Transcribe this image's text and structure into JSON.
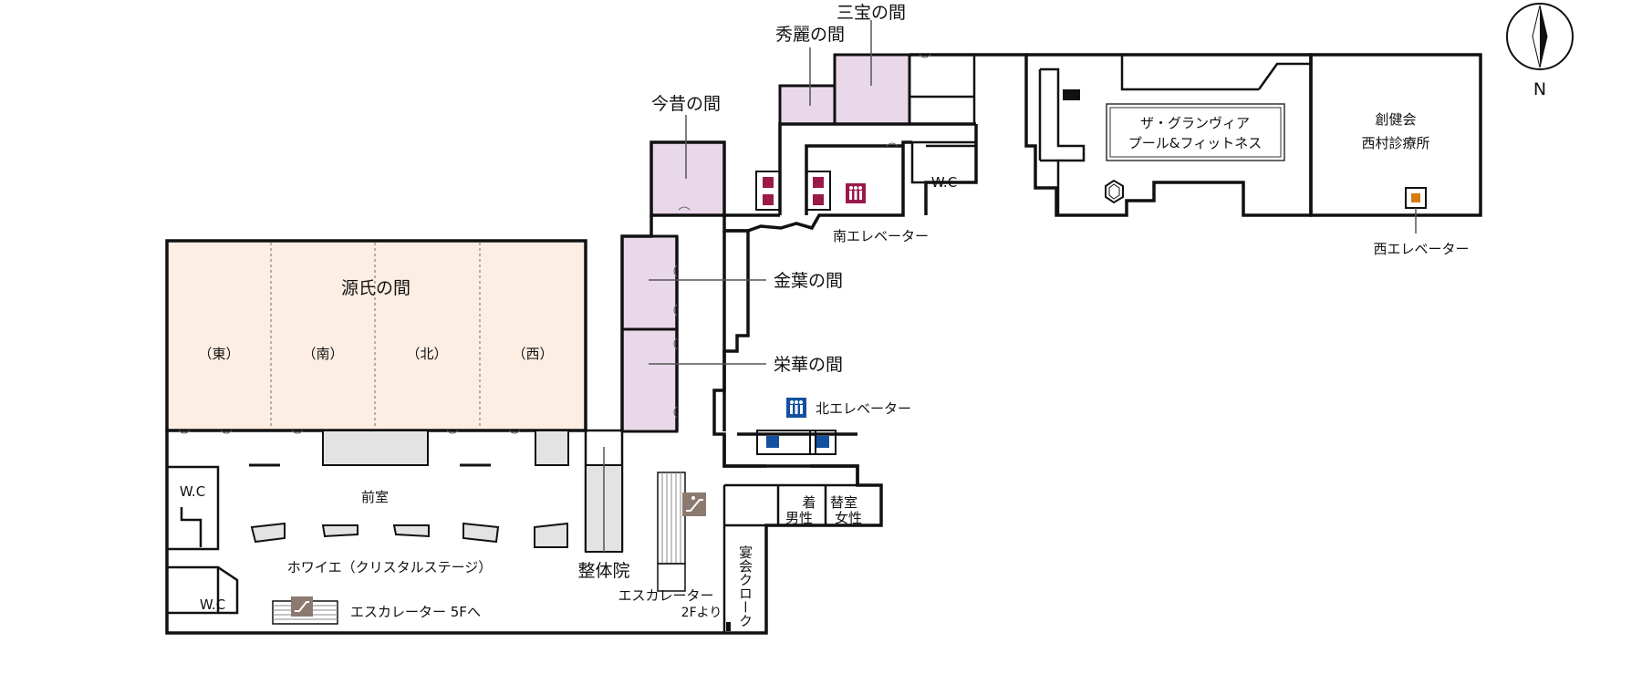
{
  "colors": {
    "hall_fill": "#fdeee3",
    "room_fill": "#e8d8ea",
    "elevator_south": "#9a1a4a",
    "elevator_north": "#1450a0",
    "elevator_west": "#d97a10",
    "escalator_icon": "#8c7a70"
  },
  "rooms": {
    "genji": "源氏の間",
    "genji_east": "（東）",
    "genji_south": "（南）",
    "genji_north": "（北）",
    "genji_west": "（西）",
    "konjaku": "今昔の間",
    "shurei": "秀麗の間",
    "sanpo": "三宝の間",
    "kinyo": "金葉の間",
    "eika": "栄華の間",
    "clinic_1": "創健会",
    "clinic_2": "西村診療所",
    "pool_1": "ザ・グランヴィア",
    "pool_2": "プール&フィットネス",
    "seitai": "整体院",
    "antechamber": "前室",
    "foyer": "ホワイエ（クリスタルステージ）",
    "cloak": "宴会クローク",
    "dressing_1": "着",
    "dressing_2": "替室",
    "male": "男性",
    "female": "女性"
  },
  "facilities": {
    "wc": "W.C",
    "south_elevator": "南エレベーター",
    "north_elevator": "北エレベーター",
    "west_elevator": "西エレベーター",
    "escalator_5f": "エスカレーター 5Fへ",
    "escalator_2f_1": "エスカレーター",
    "escalator_2f_2": "2Fより"
  },
  "compass": {
    "north_label": "N",
    "icon": "compass-icon"
  }
}
